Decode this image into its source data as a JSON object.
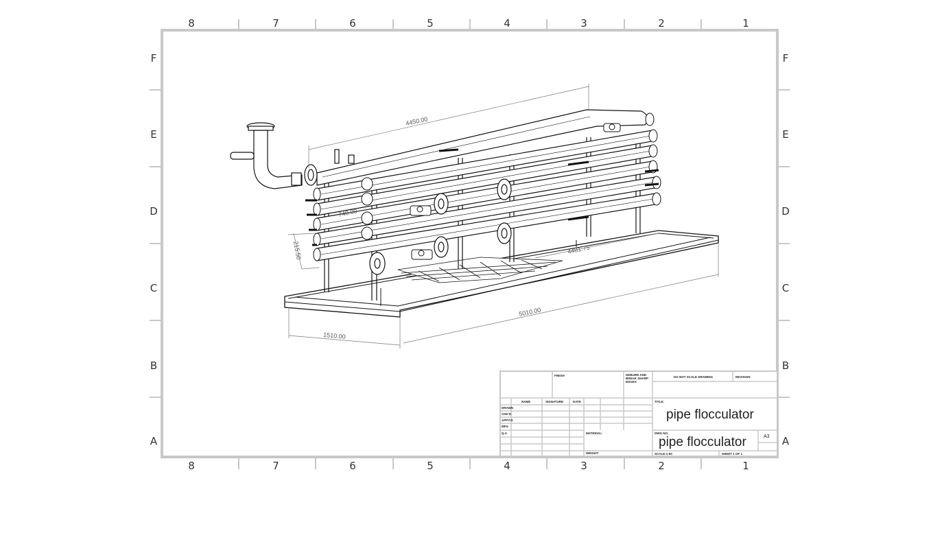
{
  "sheet": {
    "columns_top": [
      "8",
      "7",
      "6",
      "5",
      "4",
      "3",
      "2",
      "1"
    ],
    "columns_bottom": [
      "8",
      "7",
      "6",
      "5",
      "4",
      "3",
      "2",
      "1"
    ],
    "rows_left": [
      "F",
      "E",
      "D",
      "C",
      "B",
      "A"
    ],
    "rows_right": [
      "F",
      "E",
      "D",
      "C",
      "B",
      "A"
    ]
  },
  "dimensions": {
    "pipe_length": "4450.00",
    "pipe_spacing": "740.00",
    "tier_height": "215.50",
    "frame_inner": "4481.75",
    "frame_length": "5010.00",
    "frame_width": "1510.00"
  },
  "title_block": {
    "finish_label": "FINISH",
    "deburr_label": "DEBURR AND",
    "deburr_label2": "BREAK SHARP",
    "deburr_label3": "EDGES",
    "do_not_scale": "DO NOT SCALE DRAWING",
    "revision_label": "REVISION",
    "name_label": "NAME",
    "signature_label": "SIGNATURE",
    "date_label": "DATE",
    "drawn_label": "DRAWN",
    "checked_label": "CHK'D",
    "approved_label": "APPV'D",
    "mfg_label": "MFG",
    "qa_label": "Q.A",
    "material_label": "MATERIAL:",
    "weight_label": "WEIGHT:",
    "title_label": "TITLE:",
    "title_value": "pipe flocculator",
    "dwg_no_label": "DWG NO.",
    "dwg_no_value": "pipe flocculator",
    "size_value": "A3",
    "scale_label": "SCALE:1:50",
    "sheet_label": "SHEET 1 OF 1"
  }
}
